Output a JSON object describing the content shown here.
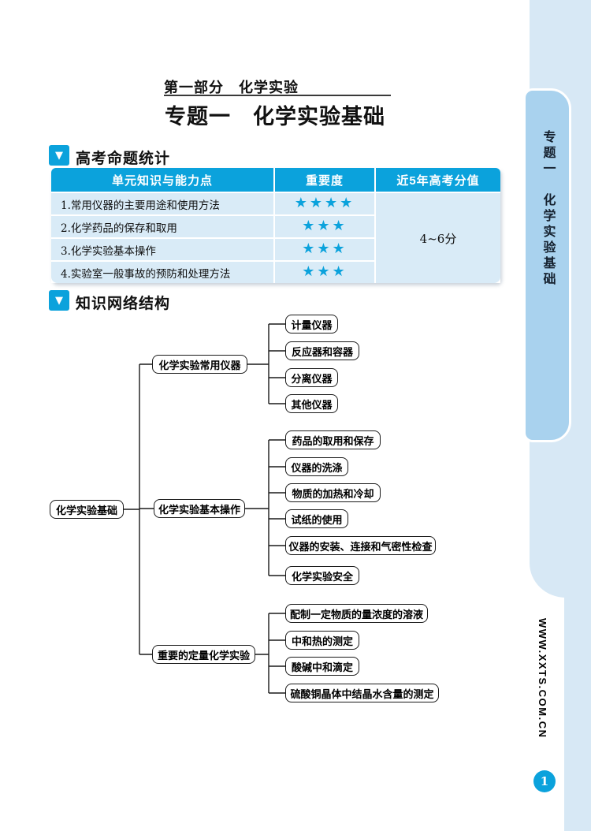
{
  "page": {
    "part_title": "第一部分　化学实验",
    "main_title": "专题一　化学实验基础",
    "page_number": "1"
  },
  "sidebar": {
    "tab_text": "专题一　化学实验基础",
    "website": "WWW.XXTS.COM.CN"
  },
  "colors": {
    "accent": "#0ba2dc",
    "row": "#d9ebf7",
    "strip": "#d7e8f5",
    "tab": "#a9d2ee"
  },
  "sections": {
    "marker_glyph": "▼",
    "exam_stats_title": "高考命题统计",
    "knowledge_network_title": "知识网络结构"
  },
  "exam_table": {
    "columns": [
      "单元知识与能力点",
      "重要度",
      "近5年高考分值"
    ],
    "rows": [
      {
        "knowledge_point": "1.常用仪器的主要用途和使用方法",
        "importance": "★★★★"
      },
      {
        "knowledge_point": "2.化学药品的保存和取用",
        "importance": "★★★"
      },
      {
        "knowledge_point": "3.化学实验基本操作",
        "importance": "★★★"
      },
      {
        "knowledge_point": "4.实验室一般事故的预防和处理方法",
        "importance": "★★★"
      }
    ],
    "score_range": "4~6分"
  },
  "knowledge_tree": {
    "root": "化学实验基础",
    "branches": [
      {
        "label": "化学实验常用仪器",
        "children": [
          "计量仪器",
          "反应器和容器",
          "分离仪器",
          "其他仪器"
        ]
      },
      {
        "label": "化学实验基本操作",
        "children": [
          "药品的取用和保存",
          "仪器的洗涤",
          "物质的加热和冷却",
          "试纸的使用",
          "仪器的安装、连接和气密性检查",
          "化学实验安全"
        ]
      },
      {
        "label": "重要的定量化学实验",
        "children": [
          "配制一定物质的量浓度的溶液",
          "中和热的测定",
          "酸碱中和滴定",
          "硫酸铜晶体中结晶水含量的测定"
        ]
      }
    ]
  }
}
